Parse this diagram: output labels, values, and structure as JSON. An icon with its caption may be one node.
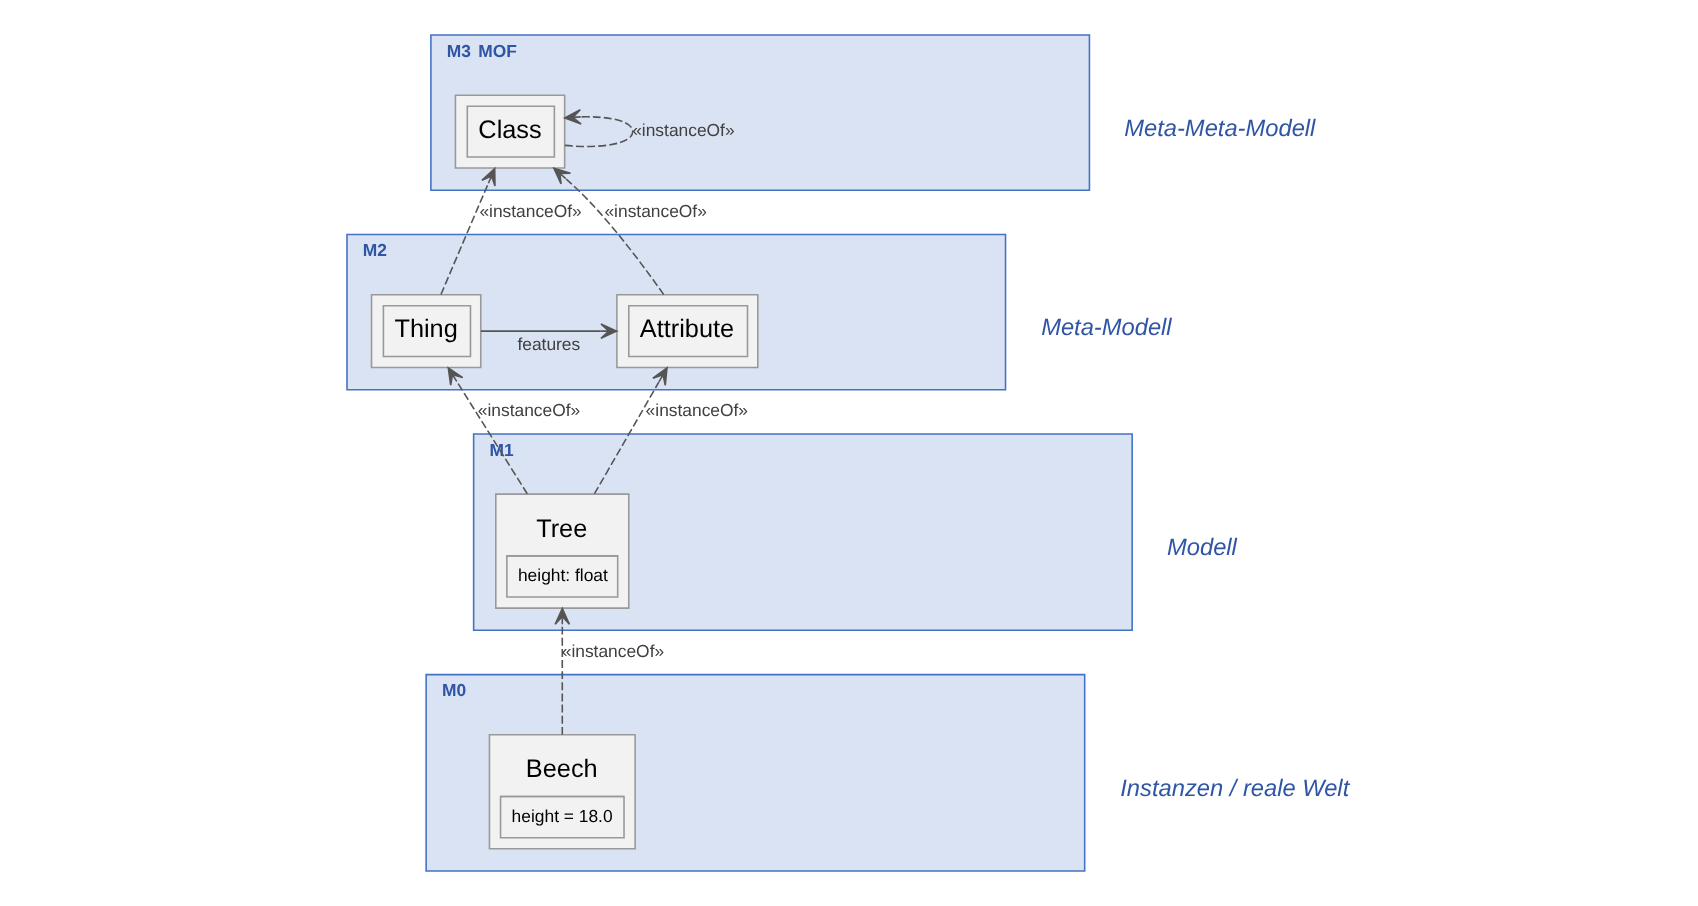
{
  "diagram": {
    "nodes": [
      {
        "text": [
          "M3",
          "MOF"
        ],
        "beside": [
          "Meta-Meta-Modell"
        ]
      },
      {
        "text": [
          "Class"
        ],
        "in": 0
      },
      {
        "text": [
          "M2"
        ],
        "beside": [
          "Meta-Modell"
        ]
      },
      {
        "text": [
          "Thing"
        ],
        "in": 2
      },
      {
        "text": [
          "Attribute"
        ],
        "in": 2
      },
      {
        "text": [
          "M1"
        ],
        "beside": [
          "Modell"
        ]
      },
      {
        "text": [
          "Tree",
          "height: float"
        ],
        "in": 5
      },
      {
        "text": [
          "M0"
        ],
        "beside": [
          "Instanzen / reale Welt"
        ]
      },
      {
        "text": [
          "Beech",
          "height = 18.0"
        ],
        "in": 7
      }
    ],
    "edges": [
      {
        "from": 1,
        "to": 1,
        "arrow": "to",
        "label": "«instanceOf»",
        "style": "dashed"
      },
      {
        "from": 3,
        "to": 1,
        "arrow": "to",
        "label": "«instanceOf»",
        "style": "dashed"
      },
      {
        "from": 4,
        "to": 1,
        "arrow": "to",
        "label": "«instanceOf»",
        "style": "dashed"
      },
      {
        "from": 3,
        "to": 4,
        "arrow": "to",
        "label": "features"
      },
      {
        "from": 6,
        "to": 3,
        "arrow": "to",
        "label": "«instanceOf»",
        "style": "dashed"
      },
      {
        "from": 6,
        "to": 4,
        "arrow": "to",
        "label": "«instanceOf»",
        "style": "dashed"
      },
      {
        "from": 8,
        "to": 6,
        "arrow": "to",
        "label": "«instanceOf»",
        "style": "dashed"
      }
    ]
  }
}
